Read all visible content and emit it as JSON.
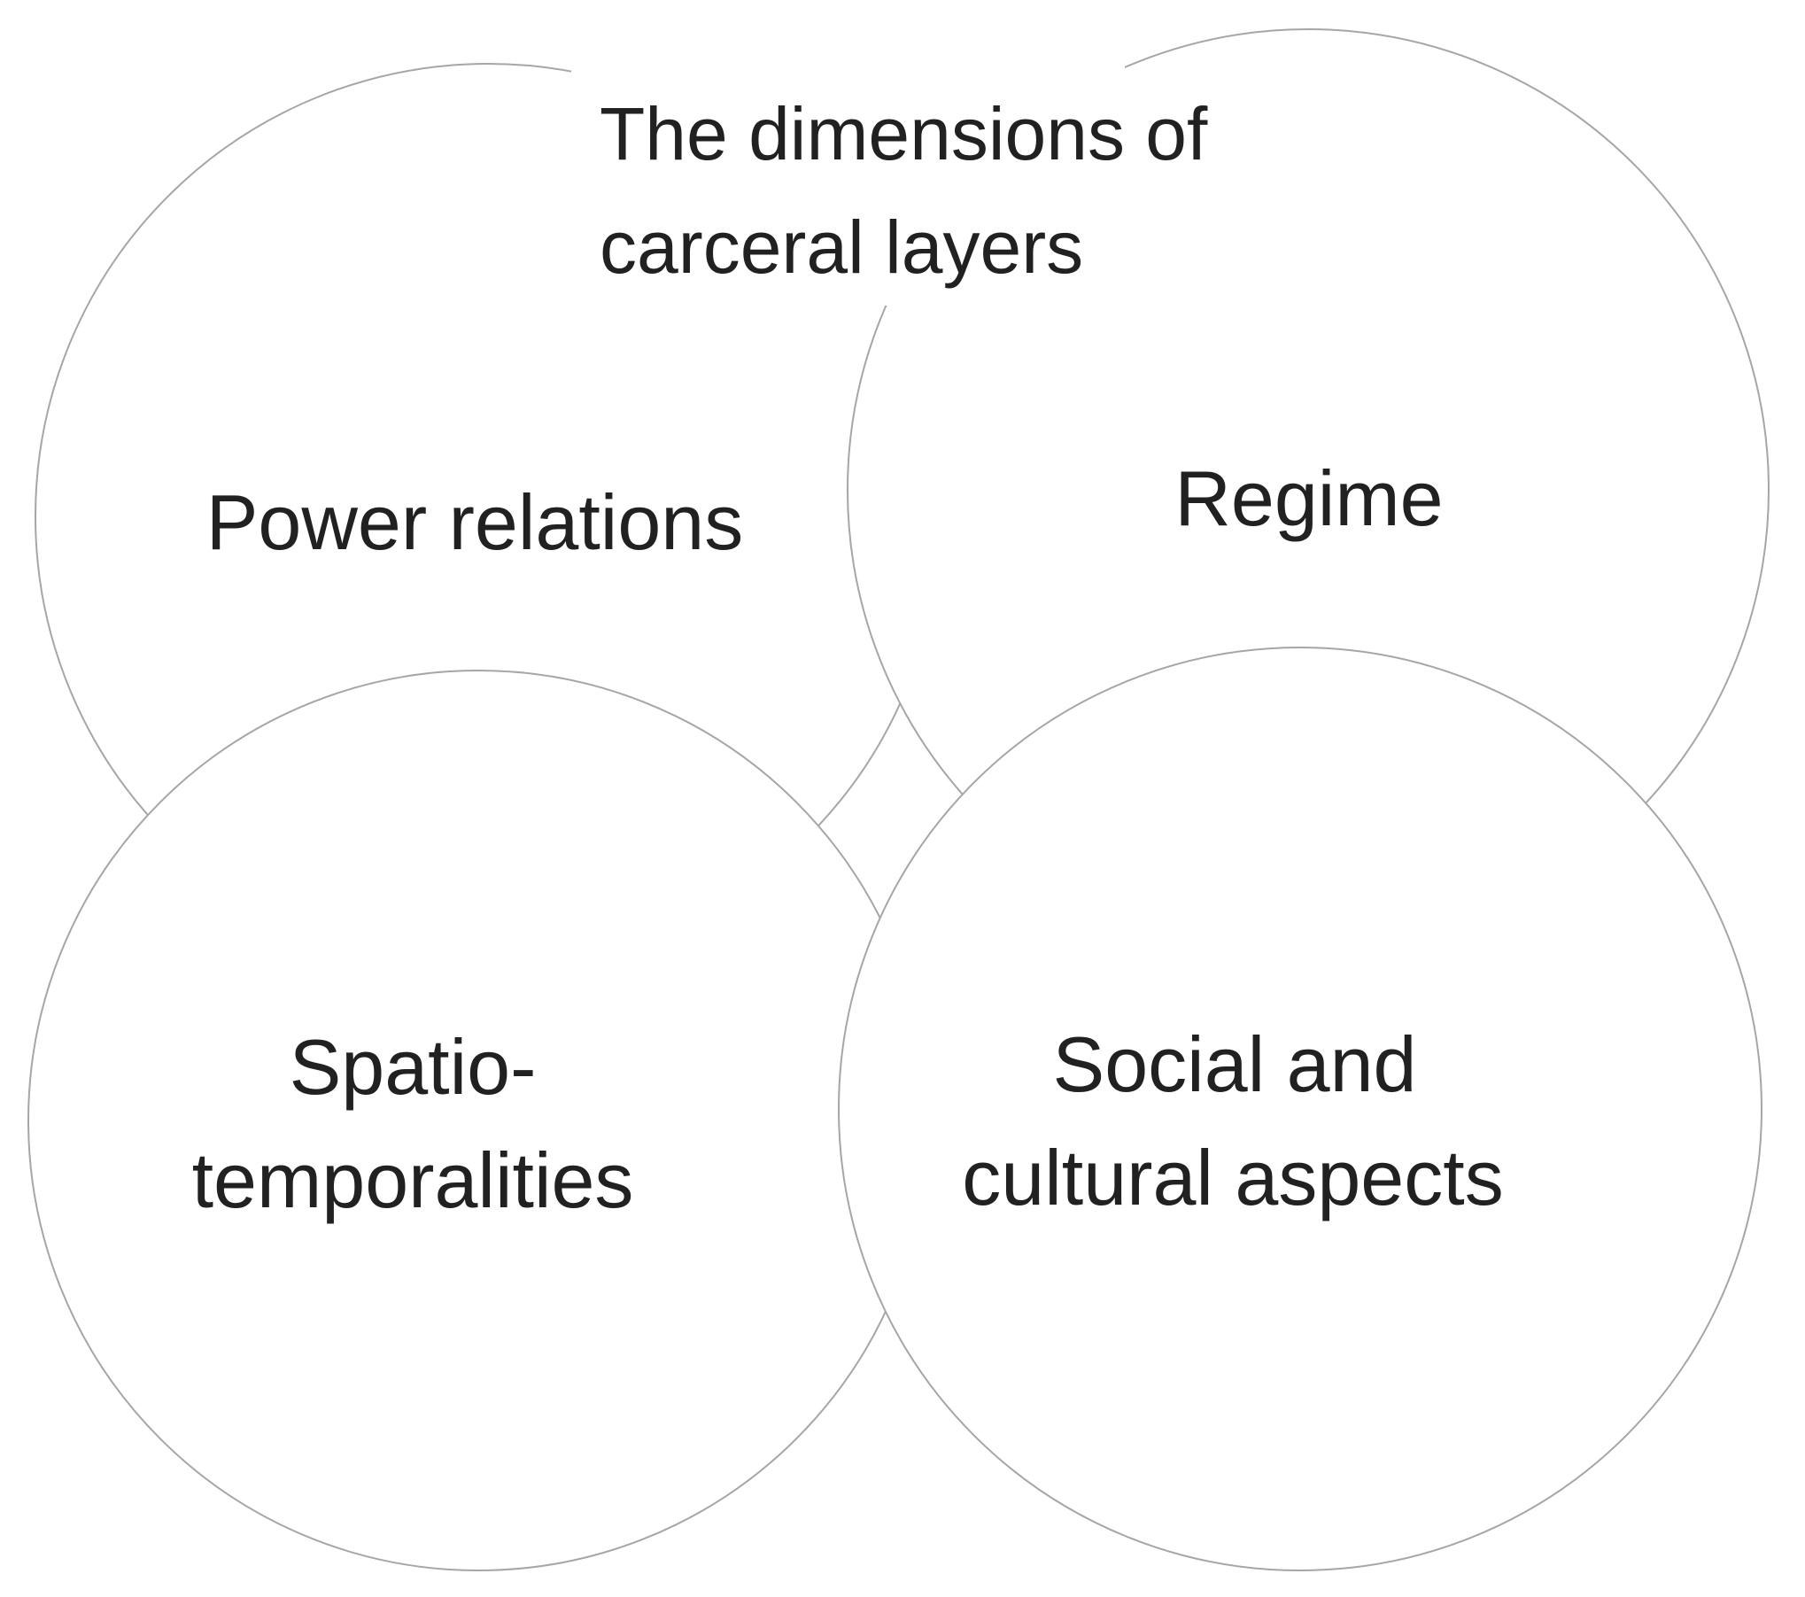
{
  "diagram": {
    "title": {
      "full_text": "The dimensions of carceral layers",
      "lines": [
        "The dimensions of",
        "carceral layers"
      ]
    },
    "circles": [
      {
        "id": "power-relations",
        "label": "Power relations",
        "lines": [
          "Power relations"
        ]
      },
      {
        "id": "regime",
        "label": "Regime",
        "lines": [
          "Regime"
        ]
      },
      {
        "id": "spatio-temporalities",
        "label": "Spatio-temporalities",
        "lines": [
          "Spatio-",
          "temporalities"
        ]
      },
      {
        "id": "social-cultural",
        "label": "Social and cultural aspects",
        "lines": [
          "Social and",
          "cultural aspects"
        ]
      }
    ],
    "colors": {
      "circle_stroke": "#a6a6a6",
      "text": "#212121",
      "background": "#ffffff"
    }
  }
}
